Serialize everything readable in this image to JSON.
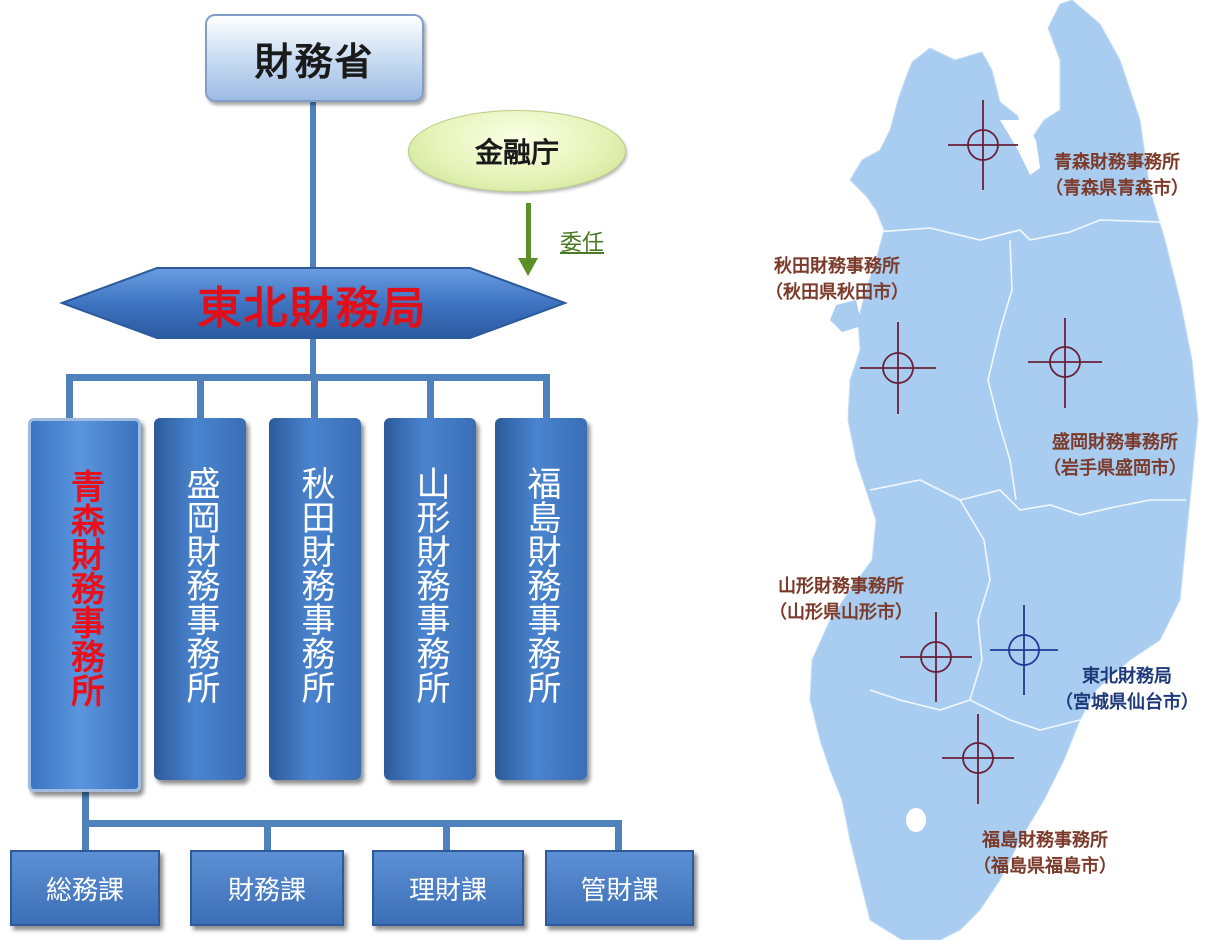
{
  "org_chart": {
    "ministry": "財務省",
    "agency": "金融庁",
    "delegation_label": "委任",
    "bureau": "東北財務局",
    "offices": [
      {
        "label": "青森財務事務所",
        "selected": true
      },
      {
        "label": "盛岡財務事務所",
        "selected": false
      },
      {
        "label": "秋田財務事務所",
        "selected": false
      },
      {
        "label": "山形財務事務所",
        "selected": false
      },
      {
        "label": "福島財務事務所",
        "selected": false
      }
    ],
    "sections": [
      "総務課",
      "財務課",
      "理財課",
      "管財課"
    ]
  },
  "map": {
    "locations": [
      {
        "name": "青森財務事務所",
        "city": "（青森県青森市）"
      },
      {
        "name": "秋田財務事務所",
        "city": "（秋田県秋田市）"
      },
      {
        "name": "盛岡財務事務所",
        "city": "（岩手県盛岡市）"
      },
      {
        "name": "山形財務事務所",
        "city": "（山形県山形市）"
      },
      {
        "name": "東北財務局",
        "city": "（宮城県仙台市）"
      },
      {
        "name": "福島財務事務所",
        "city": "（福島県福島市）"
      }
    ]
  },
  "colors": {
    "box_blue": "#4a84cf",
    "line_blue": "#4f81bd",
    "selected_text": "#e8101a",
    "map_fill": "#a9cdf0",
    "marker_office": "#6b1f3a",
    "marker_bureau": "#1f3a9a",
    "label_office": "#7b3a2a",
    "label_bureau": "#1f3a7a"
  }
}
